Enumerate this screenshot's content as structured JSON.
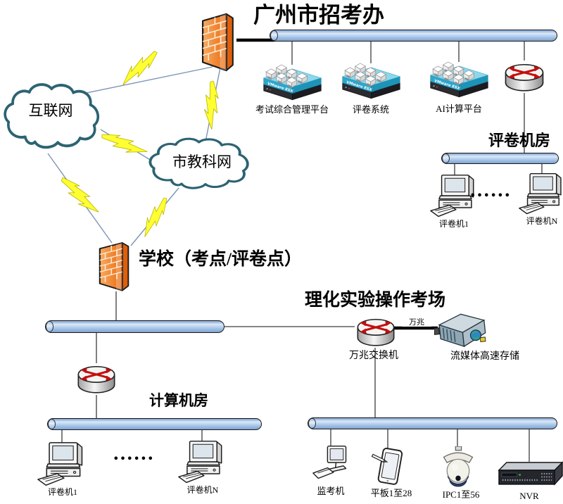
{
  "header": {
    "title": "广州市招考办"
  },
  "clouds": {
    "internet": "互联网",
    "edu_net": "市教科网"
  },
  "school": {
    "label": "学校（考点/评卷点）"
  },
  "platforms": {
    "items": [
      {
        "label": "考试综合管理平台"
      },
      {
        "label": "评卷系统"
      },
      {
        "label": "AI计算平台"
      }
    ],
    "esx_text": "VMware ESX",
    "vm_text": "VM"
  },
  "marking_room": {
    "title": "评卷机房",
    "pc1": "评卷机1",
    "pcN": "评卷机N",
    "dots": "••••••"
  },
  "computer_room": {
    "title": "计算机房",
    "pc1": "评卷机1",
    "pcN": "评卷机N",
    "dots": "••••••"
  },
  "exam_room": {
    "title": "理化实验操作考场",
    "switch_label": "万兆交换机",
    "link_label": "万兆",
    "storage_label": "流媒体高速存储",
    "devices": {
      "proctor": "监考机",
      "tablet": "平板1至28",
      "camera": "IPC1至56",
      "nvr": "NVR"
    }
  },
  "colors": {
    "bus_blue": "#aac8ea",
    "firewall_orange": "#ec6f16",
    "cloud_outline": "#2c6372",
    "lightning_yellow": "#ffff32",
    "router_arrow_red": "#c40e0e"
  }
}
